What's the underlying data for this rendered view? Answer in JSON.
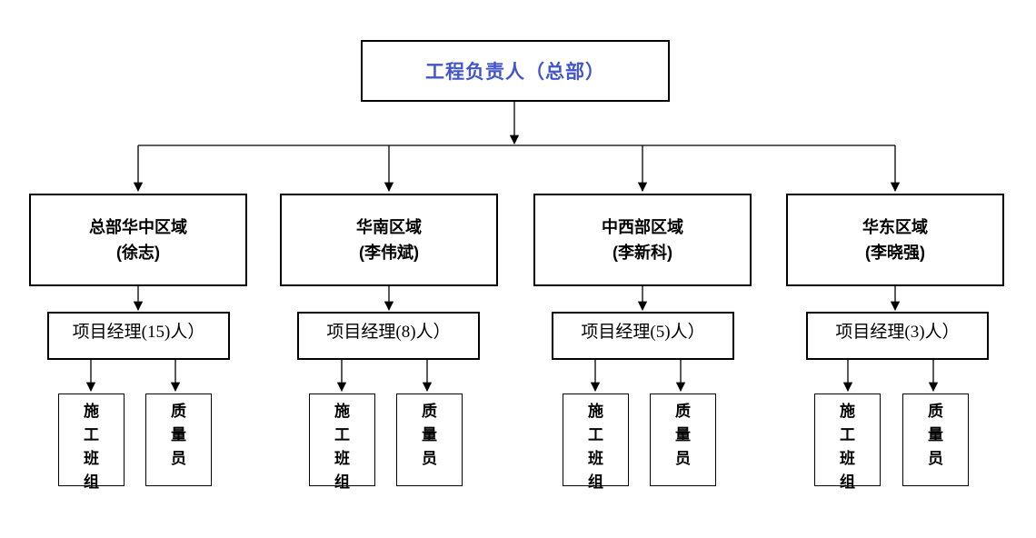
{
  "colors": {
    "title_text": "#4455C8",
    "box_border": "#000000",
    "connector_line": "#000000",
    "background": "#FFFFFF"
  },
  "root": {
    "label": "工程负责人（总部）"
  },
  "groups": [
    {
      "region_name": "总部华中区域",
      "region_head": "(徐志)",
      "manager_label": "项目经理(15)人）",
      "construction_team": "施\n工\n班\n组",
      "quality_officer": "质\n量\n员"
    },
    {
      "region_name": "华南区域",
      "region_head": "(李伟斌)",
      "manager_label": "项目经理(8)人）",
      "construction_team": "施\n工\n班\n组",
      "quality_officer": "质\n量\n员"
    },
    {
      "region_name": "中西部区域",
      "region_head": "(李新科)",
      "manager_label": "项目经理(5)人）",
      "construction_team": "施\n工\n班\n组",
      "quality_officer": "质\n量\n员"
    },
    {
      "region_name": "华东区域",
      "region_head": "(李晓强)",
      "manager_label": "项目经理(3)人）",
      "construction_team": "施\n工\n班\n组",
      "quality_officer": "质\n量\n员"
    }
  ]
}
